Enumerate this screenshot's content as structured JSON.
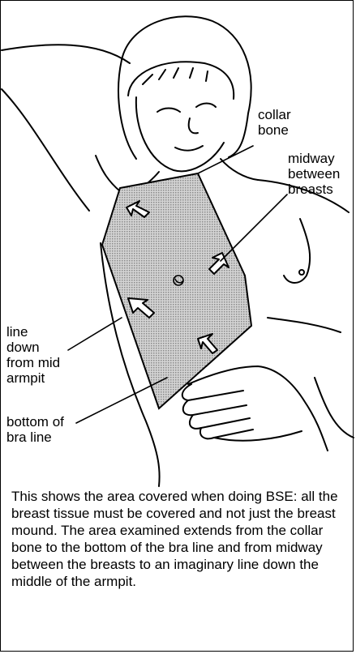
{
  "labels": {
    "collar_bone": "collar\nbone",
    "midway": "midway\nbetween\nbreasts",
    "mid_armpit": "line\ndown\nfrom mid\narmpit",
    "bra_line": "bottom of\nbra line"
  },
  "caption": "This shows the area covered when doing BSE: all the breast tissue must be covered and not just the breast mound. The area examined extends from the collar bone to the  bottom of the bra line and from midway between the breasts to an imaginary line down  the middle of the armpit.",
  "colors": {
    "line": "#000000",
    "shade": "#b8b8b8",
    "background": "#ffffff"
  }
}
